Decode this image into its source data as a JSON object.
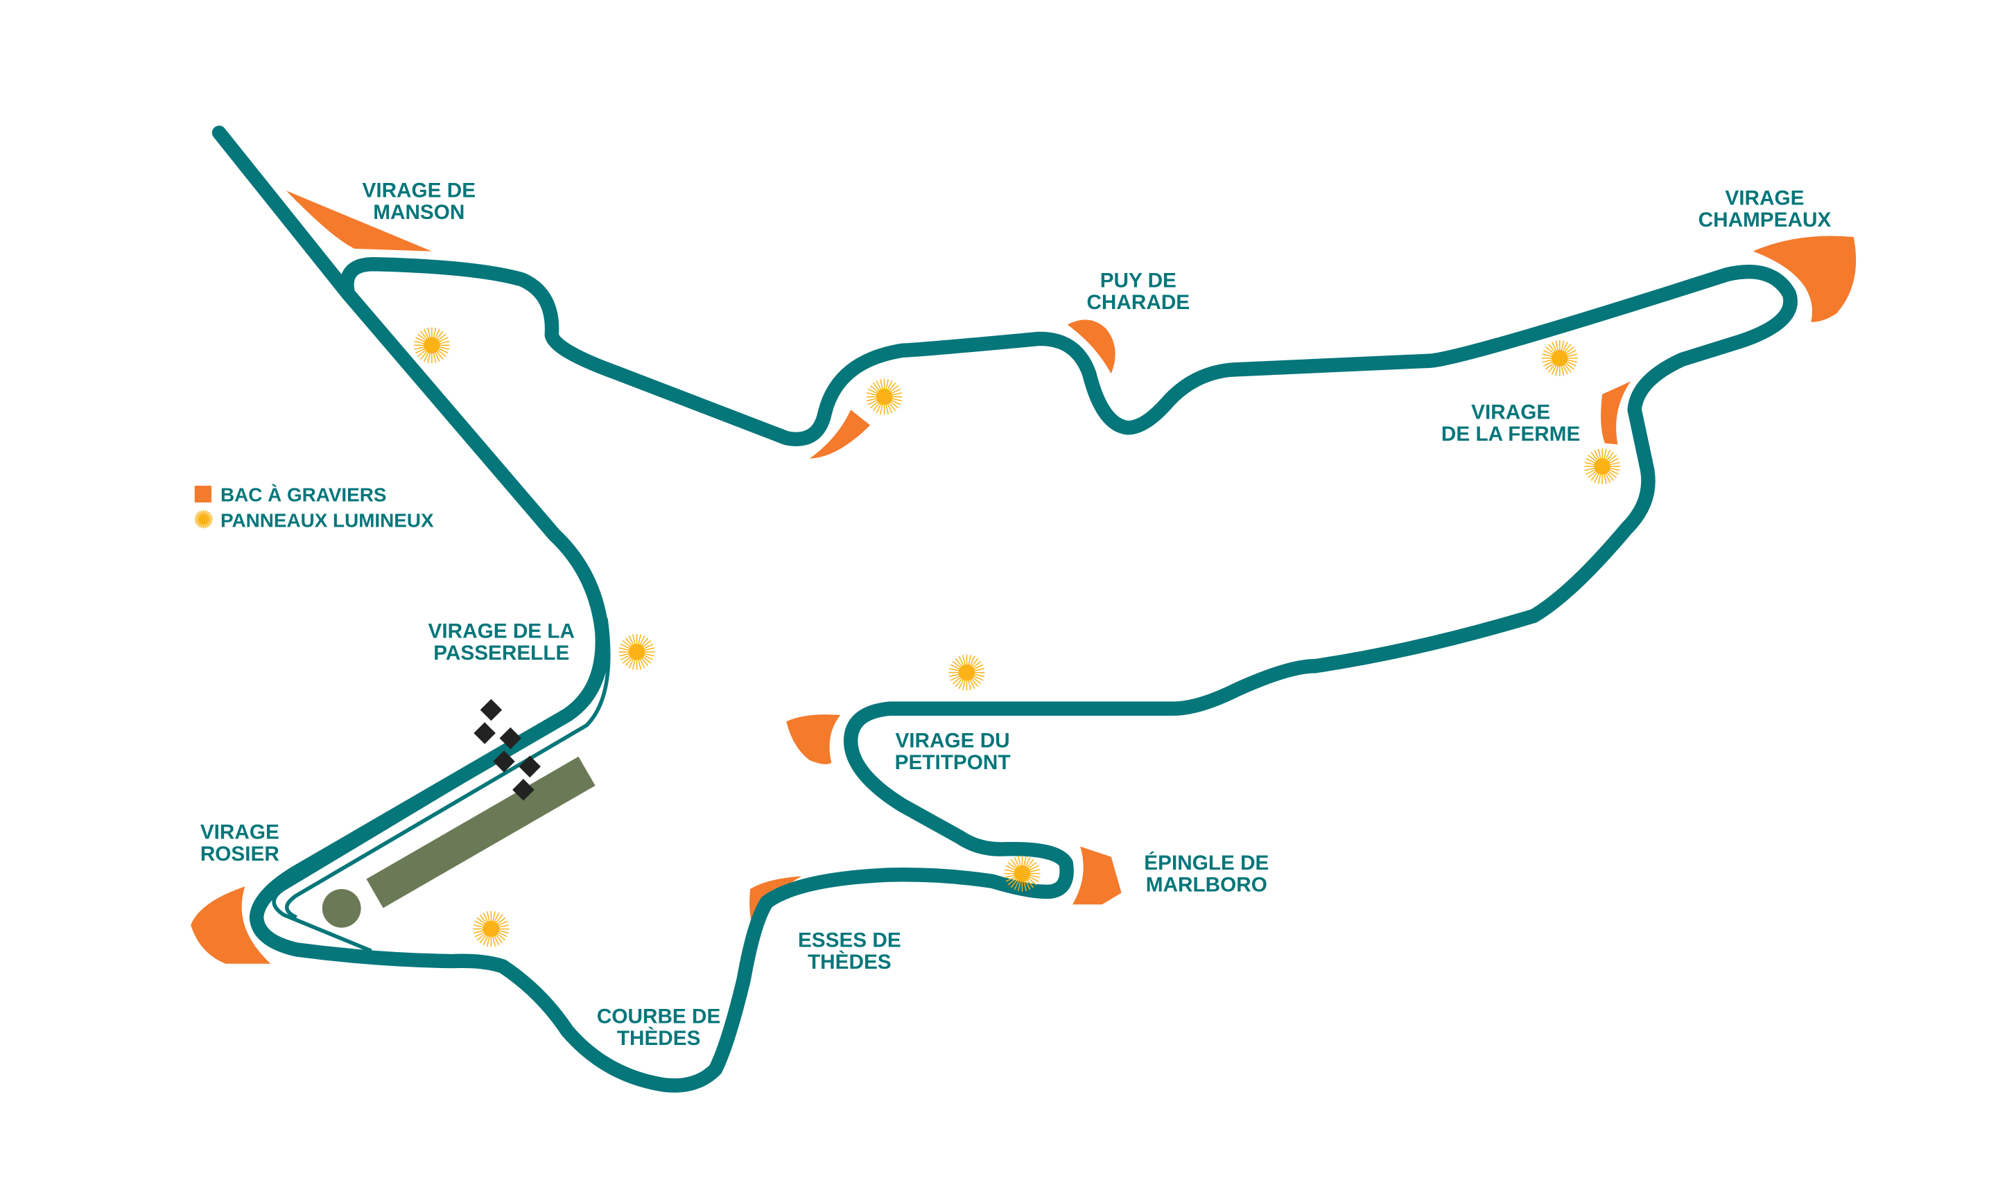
{
  "legend": {
    "gravel": "BAC À GRAVIERS",
    "signs": "PANNEAUX LUMINEUX"
  },
  "corners": [
    {
      "line1": "VIRAGE DE",
      "line2": "MANSON"
    },
    {
      "line1": "PUY DE",
      "line2": "CHARADE"
    },
    {
      "line1": "VIRAGE",
      "line2": "CHAMPEAUX"
    },
    {
      "line1": "VIRAGE",
      "line2": "DE LA FERME"
    },
    {
      "line1": "VIRAGE DE LA",
      "line2": "PASSERELLE"
    },
    {
      "line1": "VIRAGE DU",
      "line2": "PETITPONT"
    },
    {
      "line1": "ÉPINGLE DE",
      "line2": "MARLBORO"
    },
    {
      "line1": "ESSES DE",
      "line2": "THÈDES"
    },
    {
      "line1": "COURBE DE",
      "line2": "THÈDES"
    },
    {
      "line1": "VIRAGE",
      "line2": "ROSIER"
    }
  ],
  "colors": {
    "track": "#05767a",
    "gravel": "#f47a2c",
    "signs": "#fbb216",
    "pit": "#6b7a56"
  }
}
